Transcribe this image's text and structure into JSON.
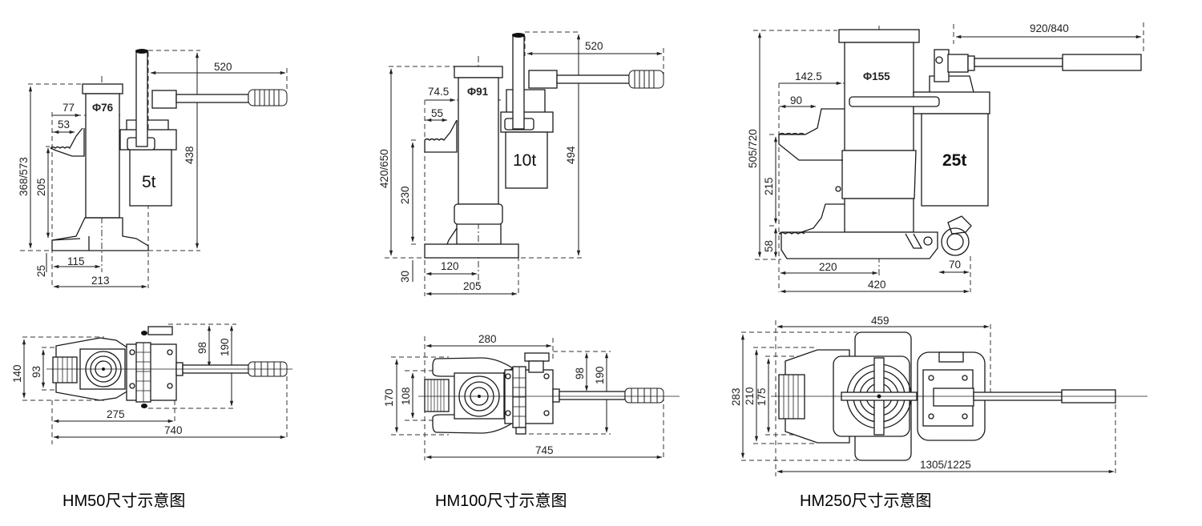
{
  "title": "HM series hydraulic toe jack dimension drawings",
  "colors": {
    "line": "#1a1a1a",
    "background": "#ffffff"
  },
  "models": [
    {
      "id": "HM50",
      "caption": "HM50尺寸示意图",
      "capacity_label": "5t",
      "side_view": {
        "handle_length": "520",
        "total_height": "438",
        "lift_height": "368/573",
        "toe_height": "205",
        "base_thickness": "25",
        "toe_offset": "77",
        "ram_diameter": "Φ76",
        "toe_depth": "53",
        "center_distance": "115",
        "base_length": "213"
      },
      "top_view": {
        "total_width": "140",
        "toe_width": "93",
        "pump_offset": "98",
        "pump_width": "190",
        "body_length": "275",
        "total_length": "740"
      }
    },
    {
      "id": "HM100",
      "caption": "HM100尺寸示意图",
      "capacity_label": "10t",
      "side_view": {
        "handle_length": "520",
        "total_height": "494",
        "lift_height": "420/650",
        "toe_height": "230",
        "base_thickness": "30",
        "toe_offset": "74.5",
        "ram_diameter": "Φ91",
        "toe_depth": "55",
        "center_distance": "120",
        "base_length": "205"
      },
      "top_view": {
        "total_width": "170",
        "toe_width": "108",
        "pump_offset": "98",
        "pump_width": "190",
        "body_length": "280",
        "total_length": "745"
      }
    },
    {
      "id": "HM250",
      "caption": "HM250尺寸示意图",
      "capacity_label": "25t",
      "side_view": {
        "handle_length": "920/840",
        "lift_height": "505/720",
        "toe_height": "215",
        "base_thickness": "58",
        "toe_offset": "142.5",
        "ram_diameter": "Φ155",
        "toe_depth": "90",
        "center_distance": "220",
        "valve_offset": "70",
        "base_length": "420"
      },
      "top_view": {
        "total_width": "283",
        "mid_width": "210",
        "toe_width": "175",
        "body_length": "459",
        "total_length": "1305/1225"
      }
    }
  ]
}
